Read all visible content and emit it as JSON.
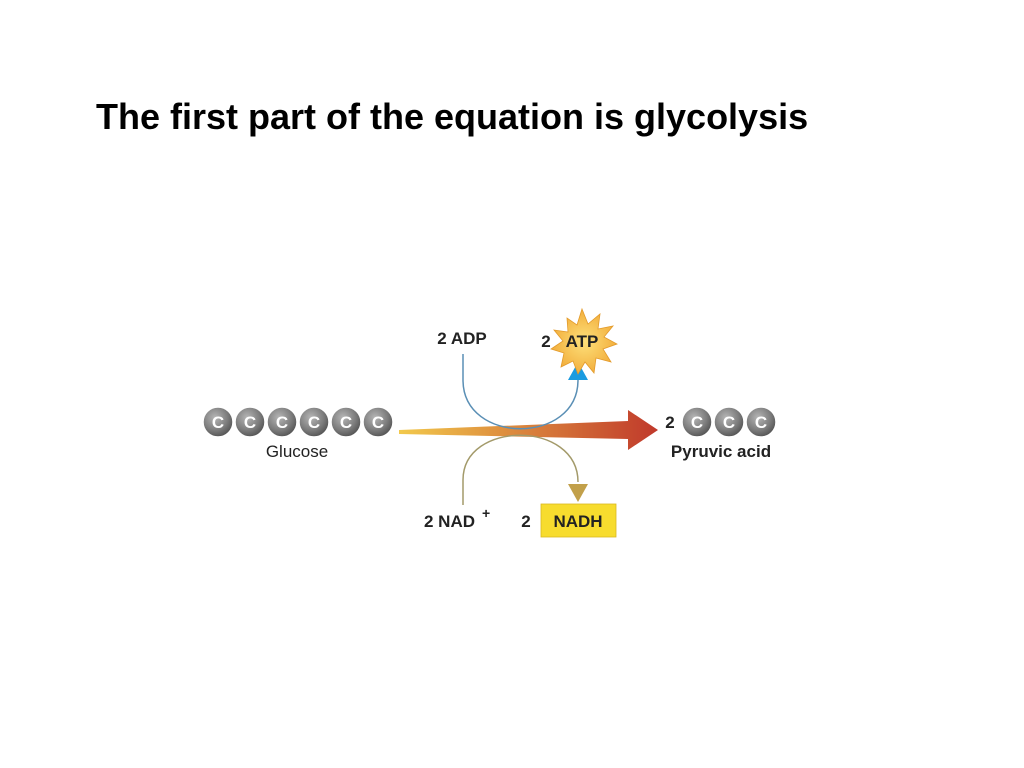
{
  "title": "The first part of the equation is glycolysis",
  "diagram": {
    "reactant": {
      "name": "Glucose",
      "atom_symbol": "C",
      "atom_count": 6
    },
    "product": {
      "name": "Pyruvic acid",
      "coefficient": "2",
      "atom_symbol": "C",
      "atom_count": 3
    },
    "top_input": {
      "label": "2 ADP"
    },
    "top_output": {
      "coefficient": "2",
      "label": "ATP"
    },
    "bottom_input": {
      "label": "2 NAD",
      "superscript": "+"
    },
    "bottom_output": {
      "coefficient": "2",
      "label": "NADH"
    },
    "colors": {
      "atom_fill": "#7d7d7d",
      "main_arrow_start": "#f2c94c",
      "main_arrow_end": "#c0392b",
      "top_curve": "#5a8fb5",
      "top_arrowhead": "#1a9be0",
      "bottom_curve": "#a39a6a",
      "bottom_arrowhead": "#c2a04a",
      "atp_star": "#f5b942",
      "nadh_box": "#f7dc2e"
    }
  }
}
